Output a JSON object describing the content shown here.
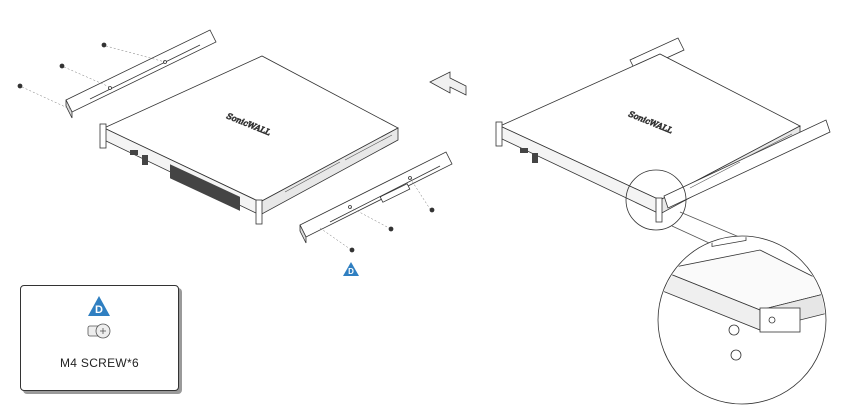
{
  "brand_label": "SonicWALL",
  "callout_letter": "D",
  "legend": {
    "letter": "D",
    "caption": "M4 SCREW*6"
  },
  "colors": {
    "line": "#333333",
    "badge": "#2f7fc1",
    "arrow_fill": "#f0f0f0"
  }
}
